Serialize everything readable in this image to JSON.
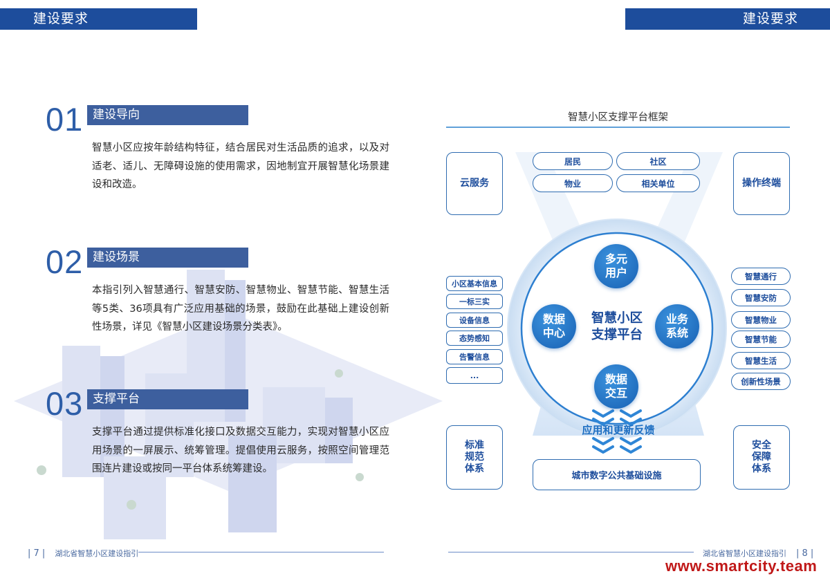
{
  "header": {
    "left_title": "建设要求",
    "right_title": "建设要求"
  },
  "sections": [
    {
      "number": "01",
      "title": "建设导向",
      "text": "智慧小区应按年龄结构特征，结合居民对生活品质的追求，以及对适老、适儿、无障碍设施的使用需求，因地制宜开展智慧化场景建设和改造。"
    },
    {
      "number": "02",
      "title": "建设场景",
      "text": "本指引列入智慧通行、智慧安防、智慧物业、智慧节能、智慧生活等5类、36项具有广泛应用基础的场景，鼓励在此基础上建设创新性场景，详见《智慧小区建设场景分类表》。"
    },
    {
      "number": "03",
      "title": "支撑平台",
      "text": "支撑平台通过提供标准化接口及数据交互能力，实现对智慧小区应用场景的一屏展示、统筹管理。提倡使用云服务，按照空间管理范围连片建设或按同一平台体系统筹建设。"
    }
  ],
  "diagram": {
    "title": "智慧小区支撑平台框架",
    "cloud": "云服务",
    "terminal": "操作终端",
    "users": [
      "居民",
      "社区",
      "物业",
      "相关单位"
    ],
    "left_tags": [
      "小区基本信息",
      "一标三实",
      "设备信息",
      "态势感知",
      "告警信息",
      "..."
    ],
    "right_tags": [
      "智慧通行",
      "智慧安防",
      "智慧物业",
      "智慧节能",
      "智慧生活",
      "创新性场景"
    ],
    "nodes": {
      "top": "多元\n用户",
      "left": "数据\n中心",
      "right": "业务\n系统",
      "bottom": "数据\n交互"
    },
    "center": "智慧小区\n支撑平台",
    "feedback": "应用和更新反馈",
    "standards": "标准\n规范\n体系",
    "security": "安全\n保障\n体系",
    "infrastructure": "城市数字公共基础设施"
  },
  "footer": {
    "left_page": "7",
    "left_text": "湖北省智慧小区建设指引",
    "right_text": "湖北省智慧小区建设指引",
    "right_page": "8",
    "brand": "www.smartcity.team"
  },
  "colors": {
    "primary": "#1d4d9c",
    "section_bar": "#3d5f9e",
    "node": "#1760b3",
    "brand": "#c01818"
  }
}
